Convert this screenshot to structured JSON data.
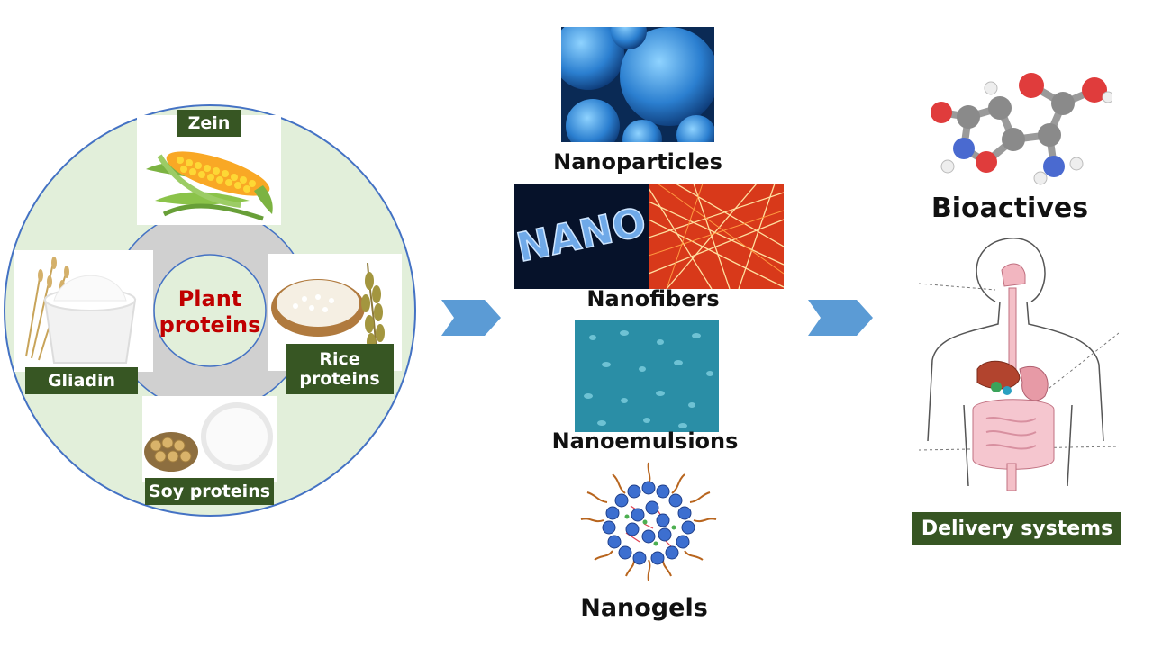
{
  "left_panel": {
    "center_text_line1": "Plant",
    "center_text_line2": "proteins",
    "sources": {
      "zein": "Zein",
      "gliadin": "Gliadin",
      "rice_line1": "Rice",
      "rice_line2": "proteins",
      "soy": "Soy proteins"
    }
  },
  "middle_panel": {
    "nanoparticles": "Nanoparticles",
    "nanofibers": "Nanofibers",
    "nano_word": "NANO",
    "nanoemulsions": "Nanoemulsions",
    "nanogels": "Nanogels"
  },
  "right_panel": {
    "bioactives": "Bioactives",
    "delivery": "Delivery systems"
  },
  "colors": {
    "label_green": "#375623",
    "circle_fill": "#e2efda",
    "circle_border": "#4472c4",
    "center_text": "#c00000",
    "arrow": "#5b9bd5"
  }
}
